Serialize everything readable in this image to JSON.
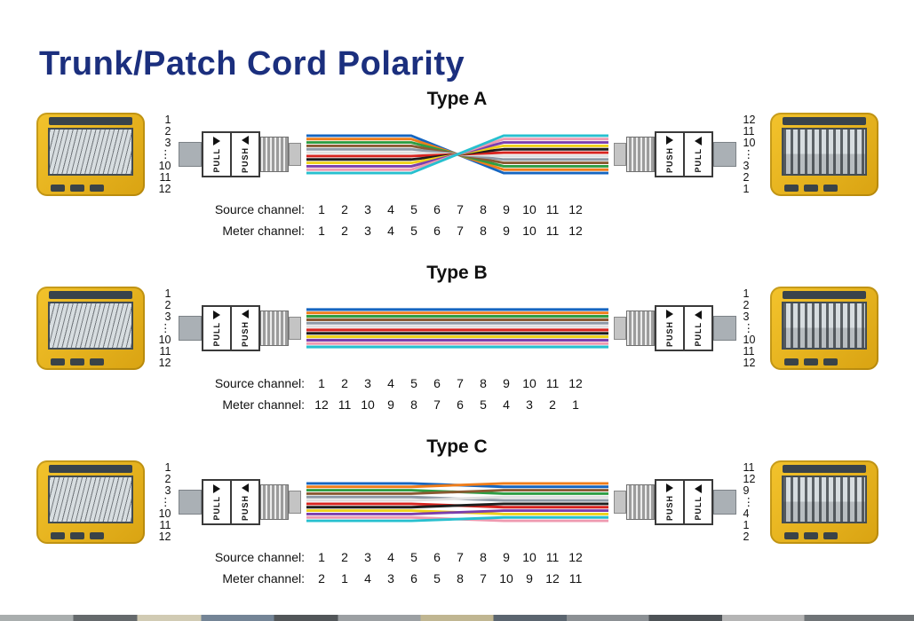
{
  "title": "Trunk/Patch Cord Polarity",
  "colors": {
    "title": "#1b2f7e",
    "device_body": "#e9b71f",
    "connector_outline": "#3a3a3a"
  },
  "fiber_colors": [
    "#1565c0",
    "#ef7d1a",
    "#2e9e44",
    "#8a5a32",
    "#8d99a6",
    "#e0e0e0",
    "#d8241f",
    "#1d1d1d",
    "#efd21a",
    "#7b3fae",
    "#ef9ab0",
    "#27c0cf"
  ],
  "labels": {
    "source": "Source channel:",
    "meter": "Meter channel:",
    "pull": "PULL",
    "push": "PUSH"
  },
  "sections": [
    {
      "id": "type-a",
      "title": "Type A",
      "crossover": "flip",
      "left_numbers": [
        "1",
        "2",
        "3",
        "⋮",
        "10",
        "11",
        "12"
      ],
      "right_numbers": [
        "12",
        "11",
        "10",
        "⋮",
        "3",
        "2",
        "1"
      ],
      "source_channels": [
        "1",
        "2",
        "3",
        "4",
        "5",
        "6",
        "7",
        "8",
        "9",
        "10",
        "11",
        "12"
      ],
      "meter_channels": [
        "1",
        "2",
        "3",
        "4",
        "5",
        "6",
        "7",
        "8",
        "9",
        "10",
        "11",
        "12"
      ]
    },
    {
      "id": "type-b",
      "title": "Type B",
      "crossover": "straight",
      "left_numbers": [
        "1",
        "2",
        "3",
        "⋮",
        "10",
        "11",
        "12"
      ],
      "right_numbers": [
        "1",
        "2",
        "3",
        "⋮",
        "10",
        "11",
        "12"
      ],
      "source_channels": [
        "1",
        "2",
        "3",
        "4",
        "5",
        "6",
        "7",
        "8",
        "9",
        "10",
        "11",
        "12"
      ],
      "meter_channels": [
        "12",
        "11",
        "10",
        "9",
        "8",
        "7",
        "6",
        "5",
        "4",
        "3",
        "2",
        "1"
      ]
    },
    {
      "id": "type-c",
      "title": "Type C",
      "crossover": "pairflip",
      "left_numbers": [
        "1",
        "2",
        "3",
        "⋮",
        "10",
        "11",
        "12"
      ],
      "right_numbers": [
        "11",
        "12",
        "9",
        "⋮",
        "4",
        "1",
        "2"
      ],
      "source_channels": [
        "1",
        "2",
        "3",
        "4",
        "5",
        "6",
        "7",
        "8",
        "9",
        "10",
        "11",
        "12"
      ],
      "meter_channels": [
        "2",
        "1",
        "4",
        "3",
        "6",
        "5",
        "8",
        "7",
        "10",
        "9",
        "12",
        "11"
      ]
    }
  ]
}
